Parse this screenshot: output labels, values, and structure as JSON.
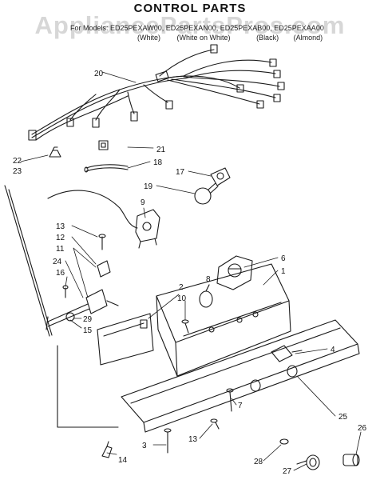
{
  "title": "CONTROL PARTS",
  "watermark": "AppliancePartsPros.com",
  "models": {
    "line": "For Models: ED25PEXAW00, ED25PEXAN00, ED25PEXAB00, ED25PEXAA00",
    "variants": [
      "(White)",
      "(White on White)",
      "(Black)",
      "(Almond)"
    ]
  },
  "callouts": {
    "c1": "1",
    "c2": "2",
    "c3": "3",
    "c4": "4",
    "c6": "6",
    "c7": "7",
    "c8": "8",
    "c9": "9",
    "c10": "10",
    "c11": "11",
    "c12": "12",
    "c13a": "13",
    "c13b": "13",
    "c14": "14",
    "c15": "15",
    "c16": "16",
    "c17": "17",
    "c18": "18",
    "c19": "19",
    "c20": "20",
    "c21": "21",
    "c22": "22",
    "c23": "23",
    "c24": "24",
    "c25": "25",
    "c26": "26",
    "c27": "27",
    "c28": "28",
    "c29": "29"
  },
  "colors": {
    "line": "#1a1a1a",
    "background": "#ffffff",
    "watermark": "#969696"
  }
}
